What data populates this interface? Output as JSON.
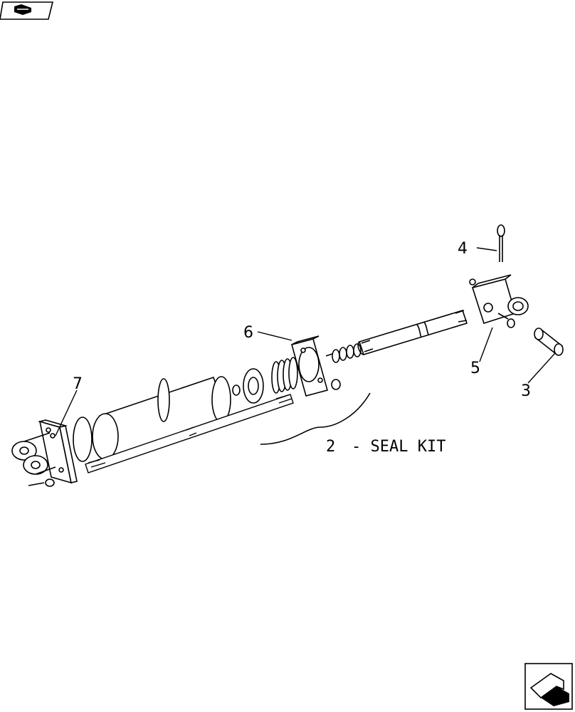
{
  "callouts": {
    "c2": "2",
    "c3": "3",
    "c4": "4",
    "c5": "5",
    "c6": "6",
    "c7": "7"
  },
  "seal_kit_label": "-  SEAL KIT",
  "icons": {
    "top_left": "previous-page-icon",
    "bottom_right": "next-page-icon"
  }
}
